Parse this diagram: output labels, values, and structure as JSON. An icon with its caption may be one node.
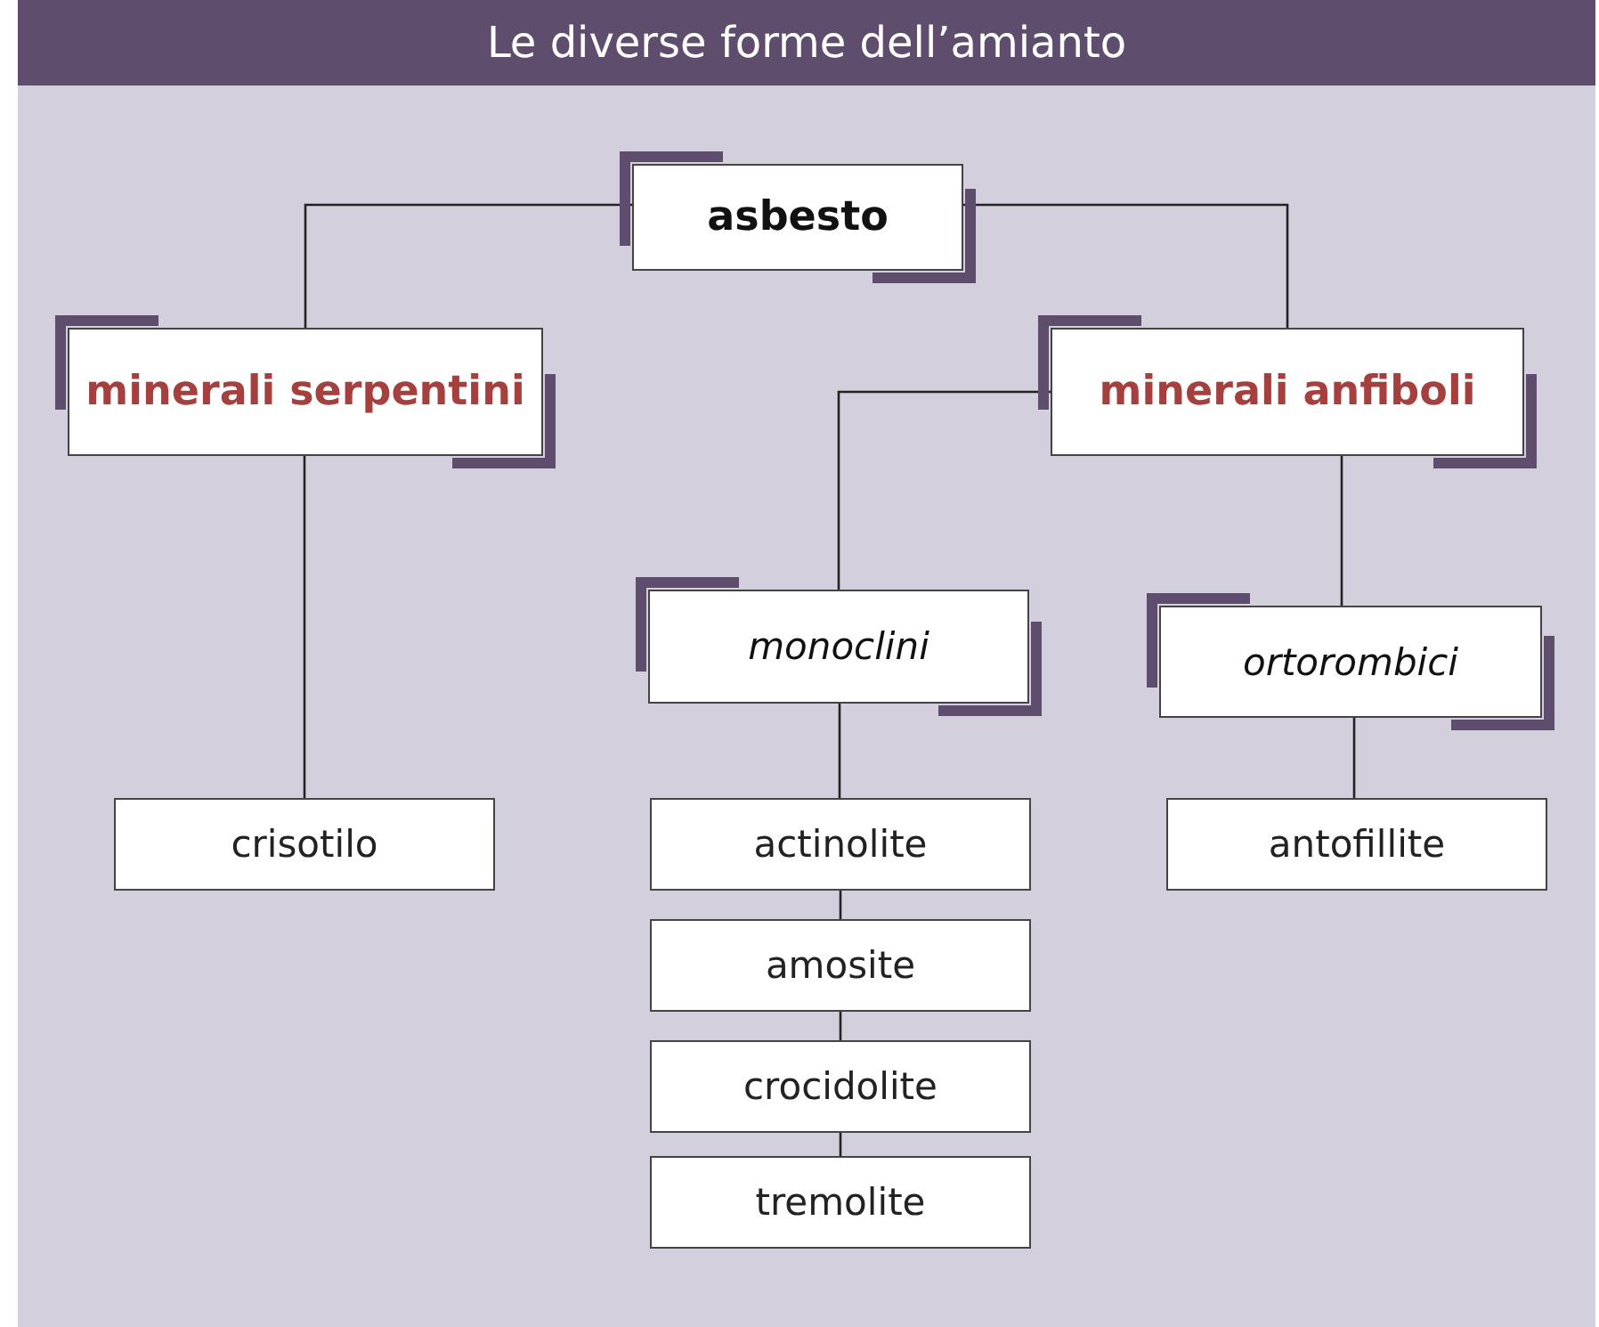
{
  "diagram": {
    "title": "Le diverse forme dell’amianto",
    "nodes": [
      {
        "text": [
          "asbesto"
        ]
      },
      {
        "text": [
          "minerali serpentini"
        ]
      },
      {
        "text": [
          "minerali anfiboli"
        ]
      },
      {
        "text": [
          "monoclini"
        ]
      },
      {
        "text": [
          "ortorombici"
        ]
      },
      {
        "text": [
          "crisotilo"
        ]
      },
      {
        "text": [
          "actinolite"
        ]
      },
      {
        "text": [
          "amosite"
        ]
      },
      {
        "text": [
          "crocidolite"
        ]
      },
      {
        "text": [
          "tremolite"
        ]
      },
      {
        "text": [
          "antofillite"
        ]
      }
    ],
    "edges": [
      {
        "from": 0,
        "to": 1,
        "arrow": "none"
      },
      {
        "from": 0,
        "to": 2,
        "arrow": "none"
      },
      {
        "from": 2,
        "to": 3,
        "arrow": "none"
      },
      {
        "from": 2,
        "to": 4,
        "arrow": "none"
      },
      {
        "from": 1,
        "to": 5,
        "arrow": "none"
      },
      {
        "from": 3,
        "to": 6,
        "arrow": "none"
      },
      {
        "from": 6,
        "to": 7,
        "arrow": "none"
      },
      {
        "from": 7,
        "to": 8,
        "arrow": "none"
      },
      {
        "from": 8,
        "to": 9,
        "arrow": "none"
      },
      {
        "from": 4,
        "to": 10,
        "arrow": "none"
      }
    ]
  }
}
